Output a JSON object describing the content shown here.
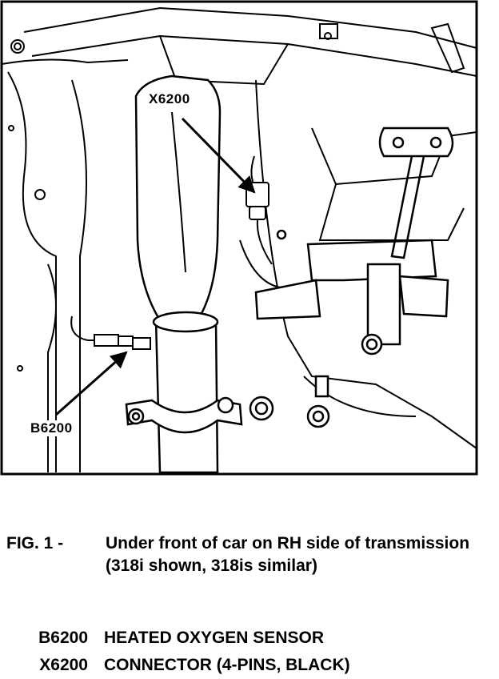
{
  "callouts": {
    "x6200": "X6200",
    "b6200": "B6200"
  },
  "caption": {
    "label": "FIG. 1 -",
    "text": "Under front of car on RH side of transmission (318i shown, 318is similar)"
  },
  "legend": [
    {
      "code": "B6200",
      "description": "HEATED OXYGEN SENSOR"
    },
    {
      "code": "X6200",
      "description": "CONNECTOR (4-PINS, BLACK)"
    }
  ]
}
